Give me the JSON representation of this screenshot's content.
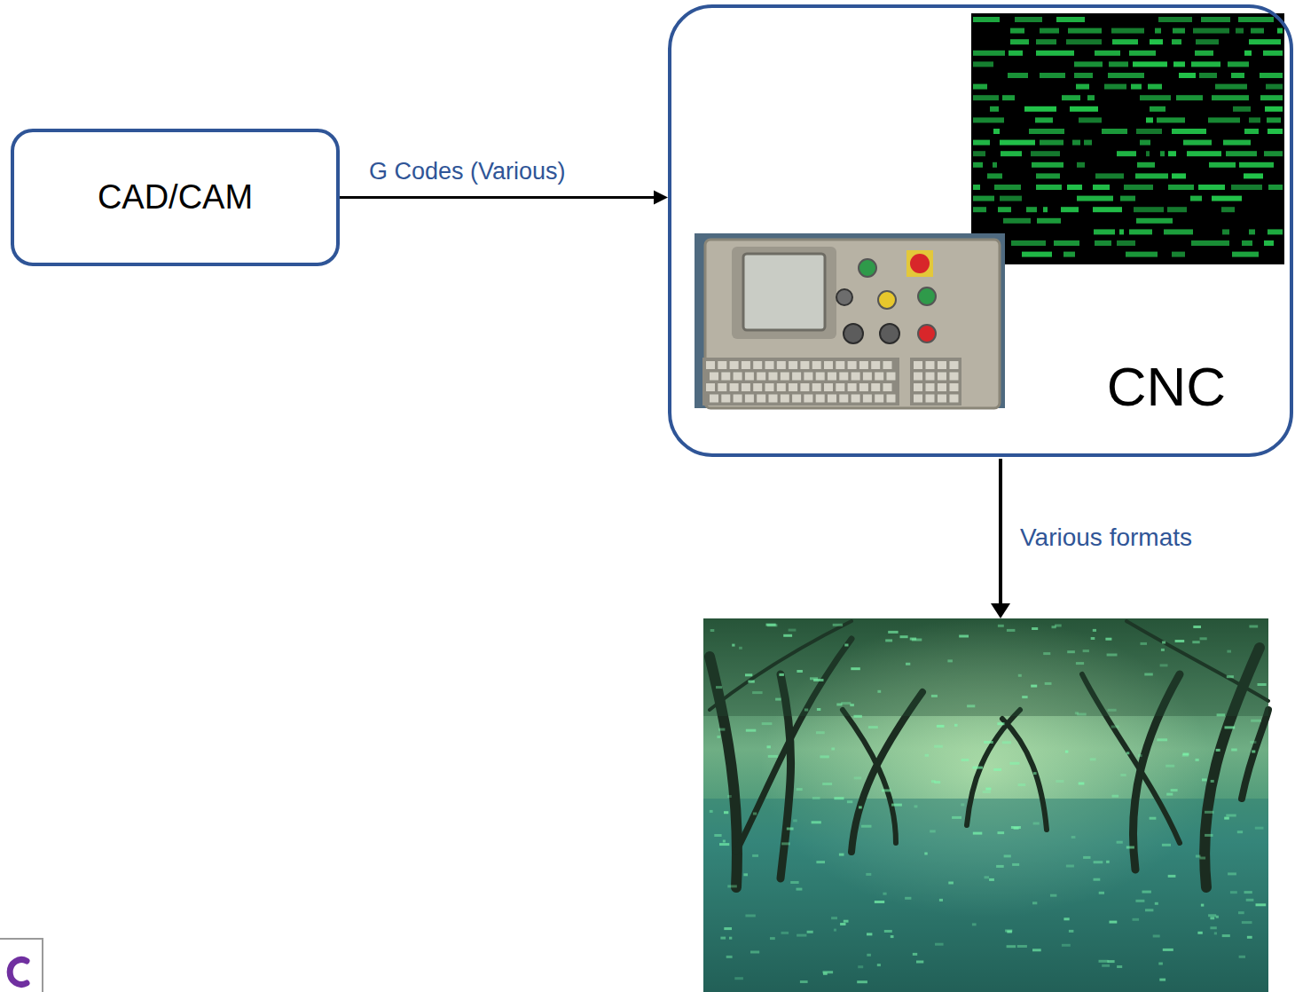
{
  "diagram": {
    "nodes": [
      {
        "text": [
          "CAD/CAM"
        ]
      },
      {
        "text": [
          "CNC"
        ]
      }
    ],
    "edges": [
      {
        "from": 0,
        "to": 1,
        "arrow": "to",
        "label": "G Codes (Various)"
      }
    ],
    "labels": [
      "Various formats"
    ]
  }
}
